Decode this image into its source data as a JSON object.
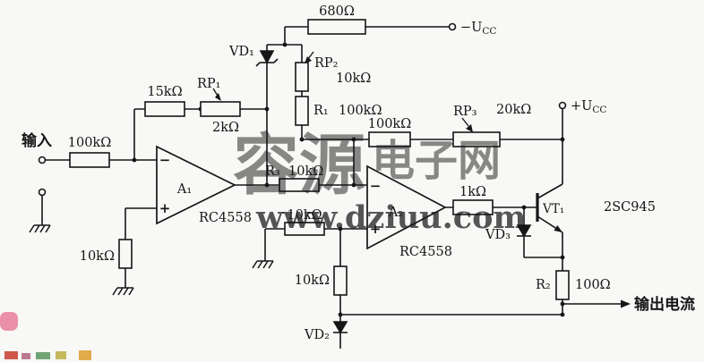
{
  "colors": {
    "paper": "#f8f8f6",
    "ink": "#161616",
    "watermark": "#e84d68"
  },
  "io": {
    "input_label": "输入",
    "output_label": "输出电流",
    "neg_supply_base": "−U",
    "neg_supply_sub": "CC",
    "pos_supply_base": "+U",
    "pos_supply_sub": "CC"
  },
  "parts": {
    "r_top": "680Ω",
    "vd1": "VD₁",
    "rp2": "RP₂",
    "rp2_val": "10kΩ",
    "r_fb": "15kΩ",
    "rp1": "RP₁",
    "rp1_ser": "2kΩ",
    "r1": "R₁",
    "r1_val": "100kΩ",
    "r_in": "100kΩ",
    "r_mid": "100kΩ",
    "rp3": "RP₃",
    "rp3_val": "20kΩ",
    "a1": "A₁",
    "a1_ic": "RC4558",
    "r3": "R₃",
    "r3_val": "10kΩ",
    "a2": "A₂",
    "a2_ic": "RC4558",
    "r_a2p": "10kΩ",
    "r_a1g": "10kΩ",
    "r_mid2": "10kΩ",
    "r_b": "1kΩ",
    "vt1": "VT₁",
    "vt1_type": "2SC945",
    "vd3": "VD₃",
    "vd2": "VD₂",
    "r2": "R₂",
    "r2_val": "100Ω",
    "minus": "−",
    "plus": "+"
  },
  "watermark": {
    "w1": "容源",
    "w2": "电子网",
    "w3": "www.dziuu.com"
  }
}
